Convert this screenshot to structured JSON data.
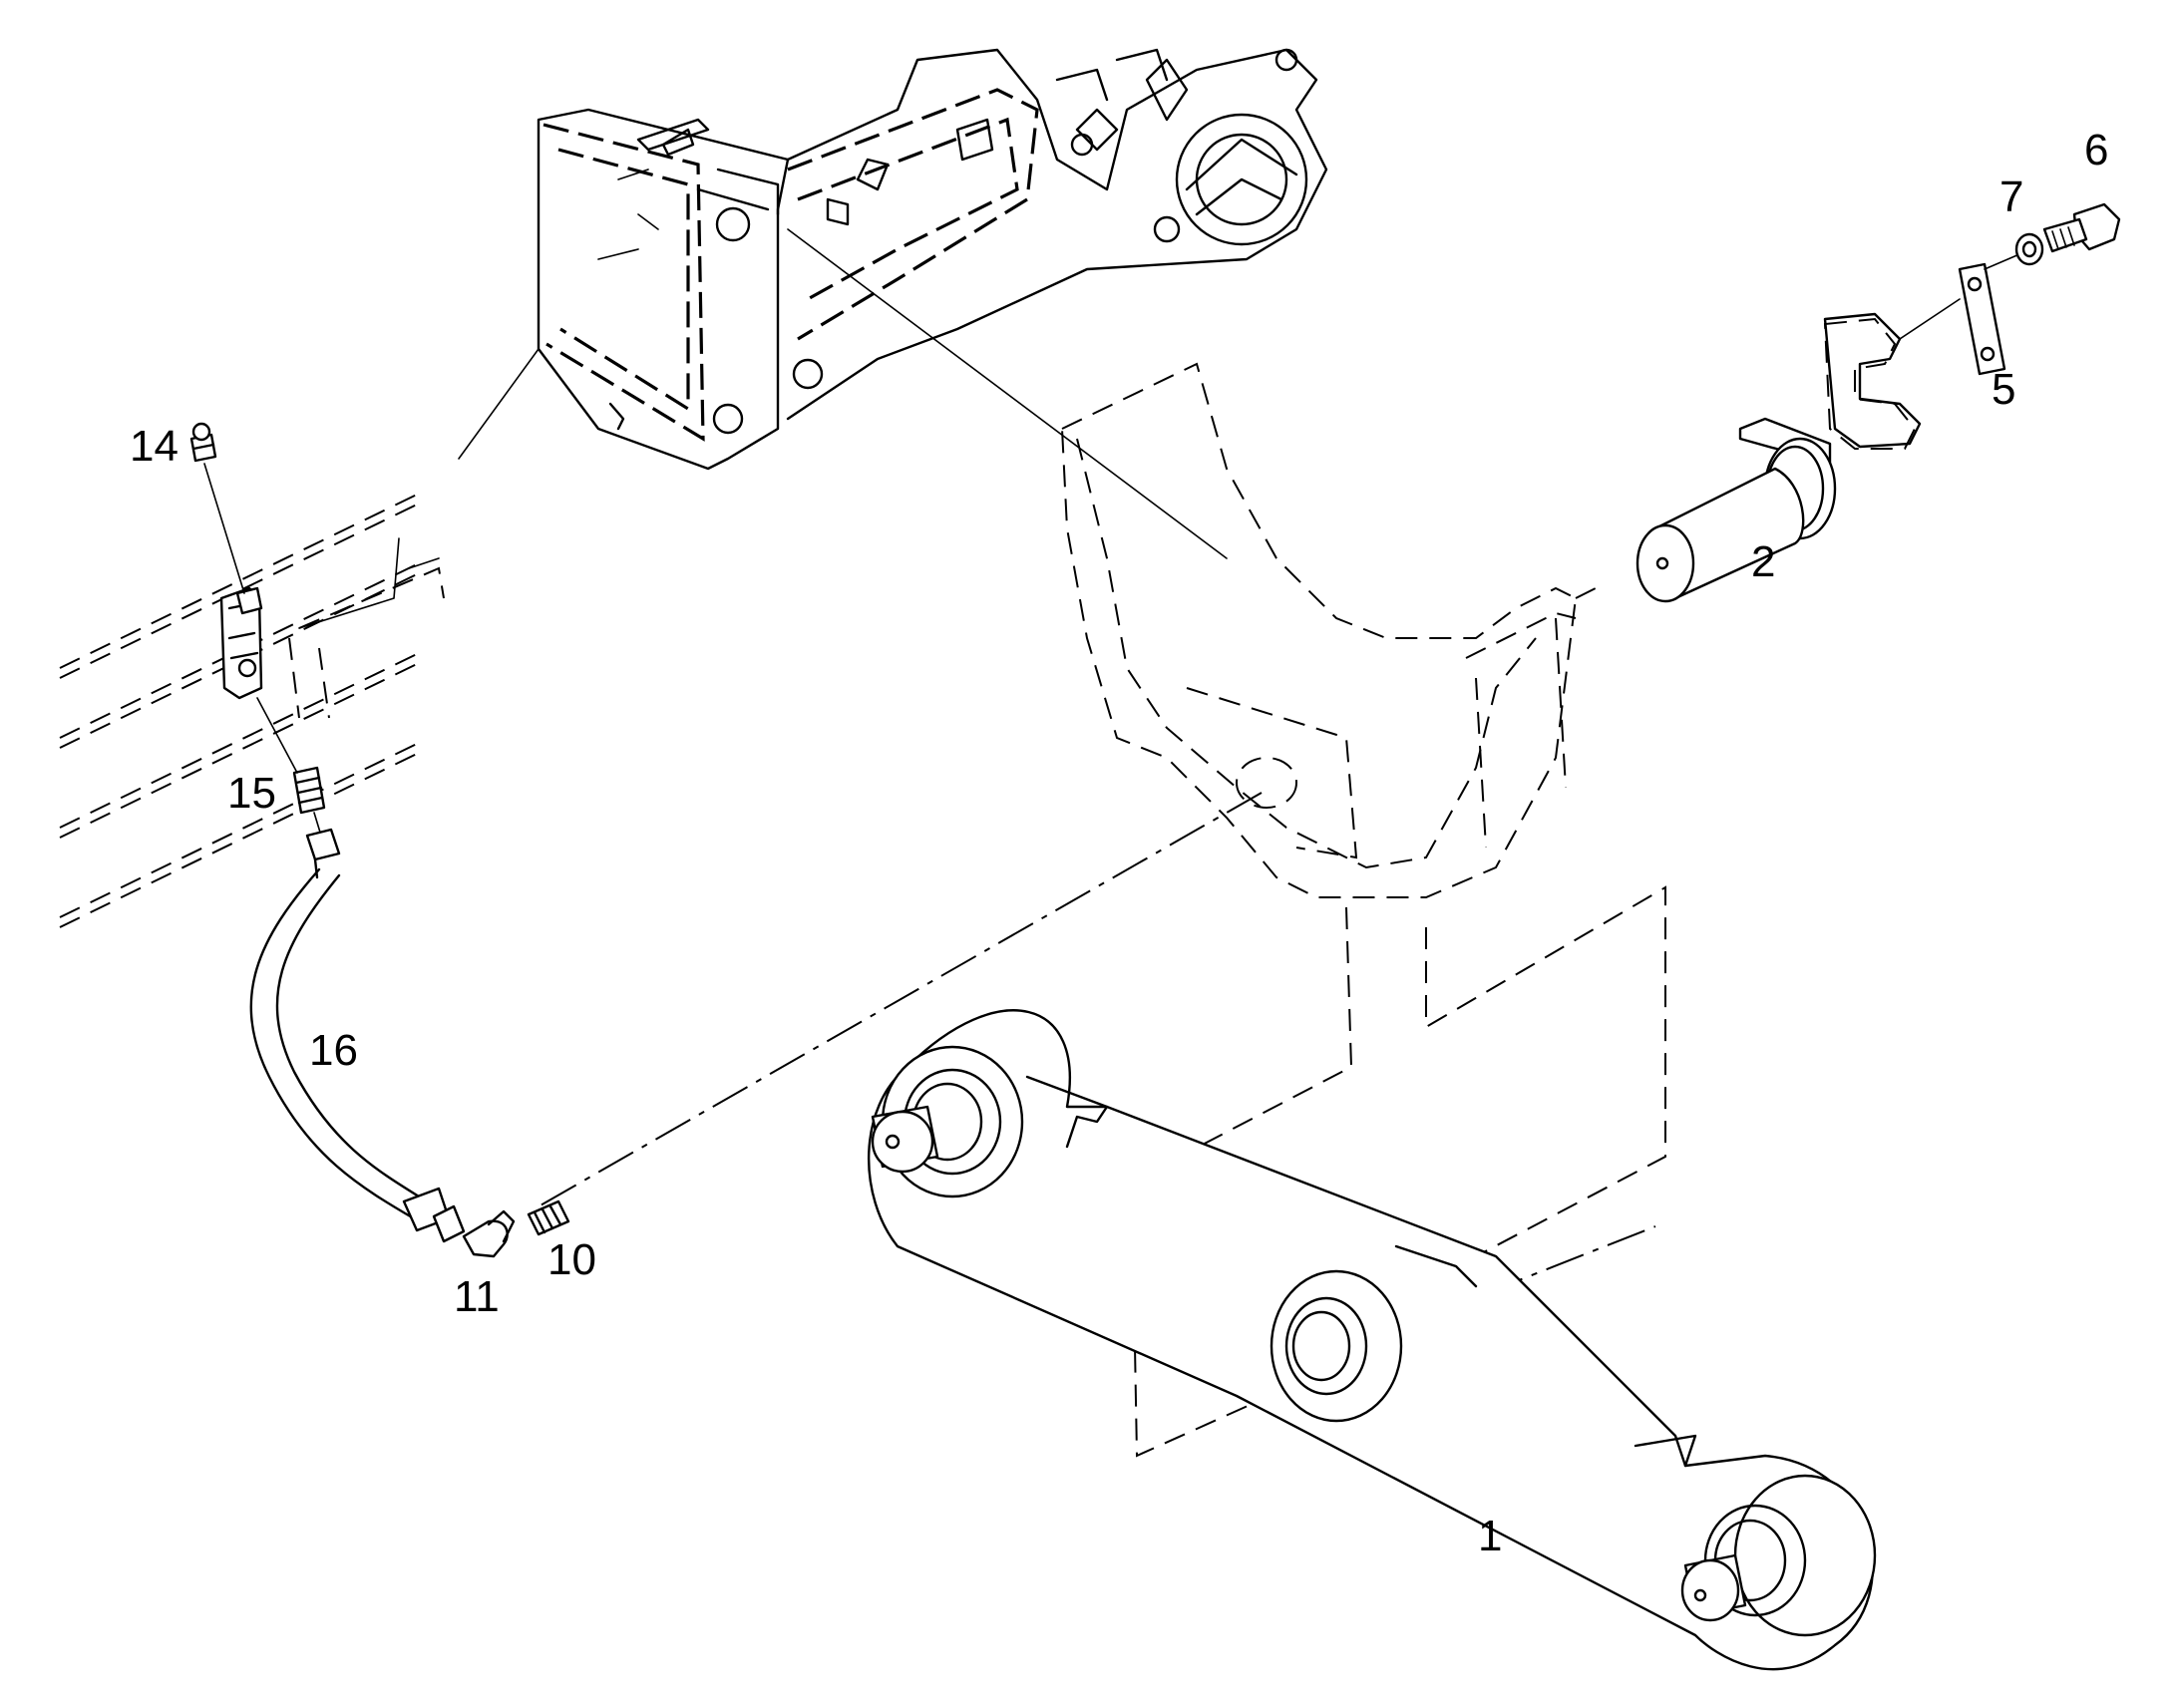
{
  "colors": {
    "ink": "#000000",
    "paper": "#ffffff"
  },
  "callouts": [
    {
      "id": "c1",
      "label": "1"
    },
    {
      "id": "c2",
      "label": "2"
    },
    {
      "id": "c5",
      "label": "5"
    },
    {
      "id": "c6",
      "label": "6"
    },
    {
      "id": "c7",
      "label": "7"
    },
    {
      "id": "c10",
      "label": "10"
    },
    {
      "id": "c11",
      "label": "11"
    },
    {
      "id": "c14",
      "label": "14"
    },
    {
      "id": "c15",
      "label": "15"
    },
    {
      "id": "c16",
      "label": "16"
    }
  ]
}
